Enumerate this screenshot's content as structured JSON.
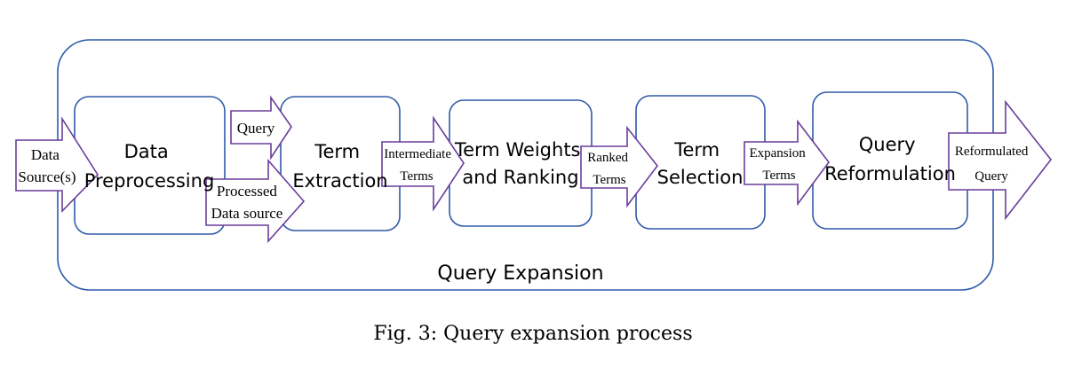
{
  "outer_label": "Query Expansion",
  "stages": {
    "preprocessing": [
      "Data",
      "Preprocessing"
    ],
    "extraction": [
      "Term",
      "Extraction"
    ],
    "weights": [
      "Term Weights",
      "and Ranking"
    ],
    "selection": [
      "Term",
      "Selection"
    ],
    "reformulation": [
      "Query",
      "Reformulation"
    ]
  },
  "arrows": {
    "data_sources": [
      "Data",
      "Source(s)"
    ],
    "query": [
      "Query"
    ],
    "processed": [
      "Processed",
      "Data source"
    ],
    "intermediate": [
      "Intermediate",
      "Terms"
    ],
    "ranked": [
      "Ranked",
      "Terms"
    ],
    "expansion": [
      "Expansion",
      "Terms"
    ],
    "reformulated": [
      "Reformulated",
      "Query"
    ]
  },
  "caption": "Fig. 3: Query expansion process",
  "colors": {
    "box_stroke": "#2e5aa8",
    "arrow_stroke": "#6a3d9a",
    "text": "#000000"
  }
}
